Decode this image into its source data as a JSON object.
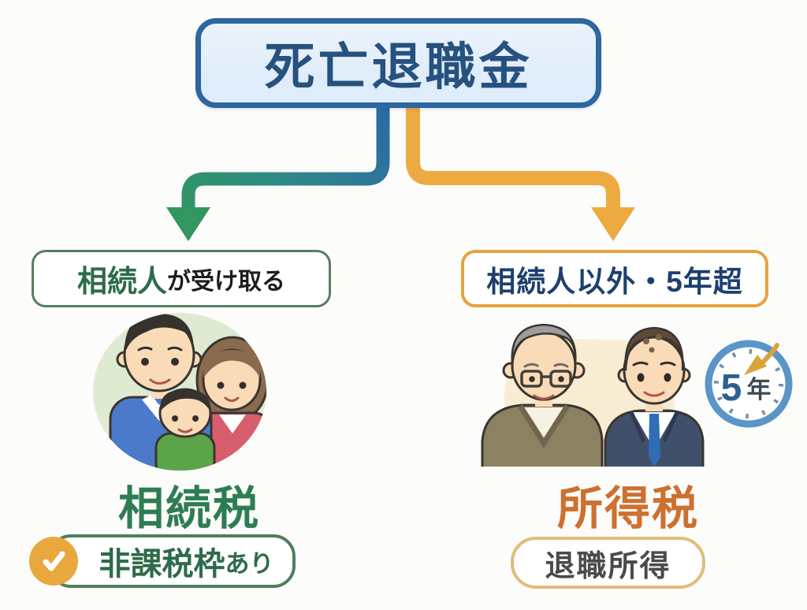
{
  "title": {
    "label": "死亡退職金"
  },
  "branches": {
    "left": {
      "condition_highlight": "相続人",
      "condition_rest": "が受け取る",
      "tax_label": "相続税",
      "note_main": "非課税枠",
      "note_suffix": "あり",
      "illustration": "family-icon"
    },
    "right": {
      "condition": "相続人以外・5年超",
      "tax_label": "所得税",
      "note": "退職所得",
      "clock_number": "5",
      "clock_unit": "年",
      "illustration": "two-men-icon"
    }
  },
  "colors": {
    "page_bg": "#fcfcfb",
    "title_border": "#2d66a0",
    "title_bg": "#dfecf9",
    "title_text": "#27517e",
    "arrow_left_start": "#2c6ba5",
    "arrow_left_mid": "#2f8b85",
    "arrow_left_end": "#31965f",
    "arrow_right": "#edaa41",
    "left_box_border": "#557f5f",
    "left_highlight_text": "#2d6b4a",
    "left_rest_text": "#1c1c1c",
    "right_box_border": "#e6a33c",
    "right_box_text": "#1e3f6e",
    "inheritance_tax_text": "#2e7d52",
    "income_tax_text": "#cd7030",
    "left_pill_border": "#4e7f5c",
    "left_pill_text": "#2d6b4a",
    "badge_bg": "#e9a83e",
    "right_pill_border": "#e2bb79",
    "right_pill_text": "#4a4a4a",
    "clock_ring": "#5b95c8",
    "clock_number_text": "#2c5f8e",
    "clock_unit_text": "#3a4a58",
    "clock_hand": "#d9a43c",
    "family_circle_bg": "#dfead3",
    "men_blob_bg": "#f8ecd2"
  }
}
